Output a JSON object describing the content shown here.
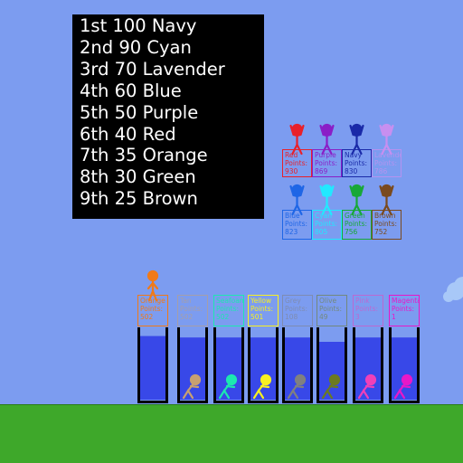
{
  "leaderboard": [
    "1st 100 Navy",
    "2nd 90 Cyan",
    "3rd 70 Lavender",
    "4th 60 Blue",
    "5th 50 Purple",
    "6th 40 Red",
    "7th 35 Orange",
    "8th 30 Green",
    "9th 25 Brown"
  ],
  "points_prefix": "Points:",
  "eliminated": [
    {
      "name": "Red",
      "points": "930",
      "color": "#e8202a"
    },
    {
      "name": "Purple",
      "points": "869",
      "color": "#8a1fc7"
    },
    {
      "name": "Navy",
      "points": "830",
      "color": "#1a2aa8"
    },
    {
      "name": "Lavender",
      "points": "786",
      "color": "#c78ff0"
    },
    {
      "name": "Blue",
      "points": "823",
      "color": "#1f66e6"
    },
    {
      "name": "Cyan",
      "points": "805",
      "color": "#22e8ff"
    },
    {
      "name": "Green",
      "points": "756",
      "color": "#18a838"
    },
    {
      "name": "Brown",
      "points": "752",
      "color": "#7a4a1e"
    }
  ],
  "contestants": [
    {
      "name": "Orange",
      "points": "502",
      "color": "#f07a18",
      "fill": 0.88
    },
    {
      "name": "Tan",
      "points": "502",
      "color": "#c8a070",
      "fill": 0.86
    },
    {
      "name": "Seafoam",
      "points": "502",
      "color": "#1ce8b0",
      "fill": 0.86
    },
    {
      "name": "Yellow",
      "points": "501",
      "color": "#f8f020",
      "fill": 0.86
    },
    {
      "name": "Grey",
      "points": "108",
      "color": "#808080",
      "fill": 0.86
    },
    {
      "name": "Olive",
      "points": "49",
      "color": "#6c7a20",
      "fill": 0.8
    },
    {
      "name": "Pink",
      "points": "3",
      "color": "#f040b8",
      "fill": 0.86
    },
    {
      "name": "Magenta",
      "points": "1",
      "color": "#e818c8",
      "fill": 0.86
    }
  ]
}
